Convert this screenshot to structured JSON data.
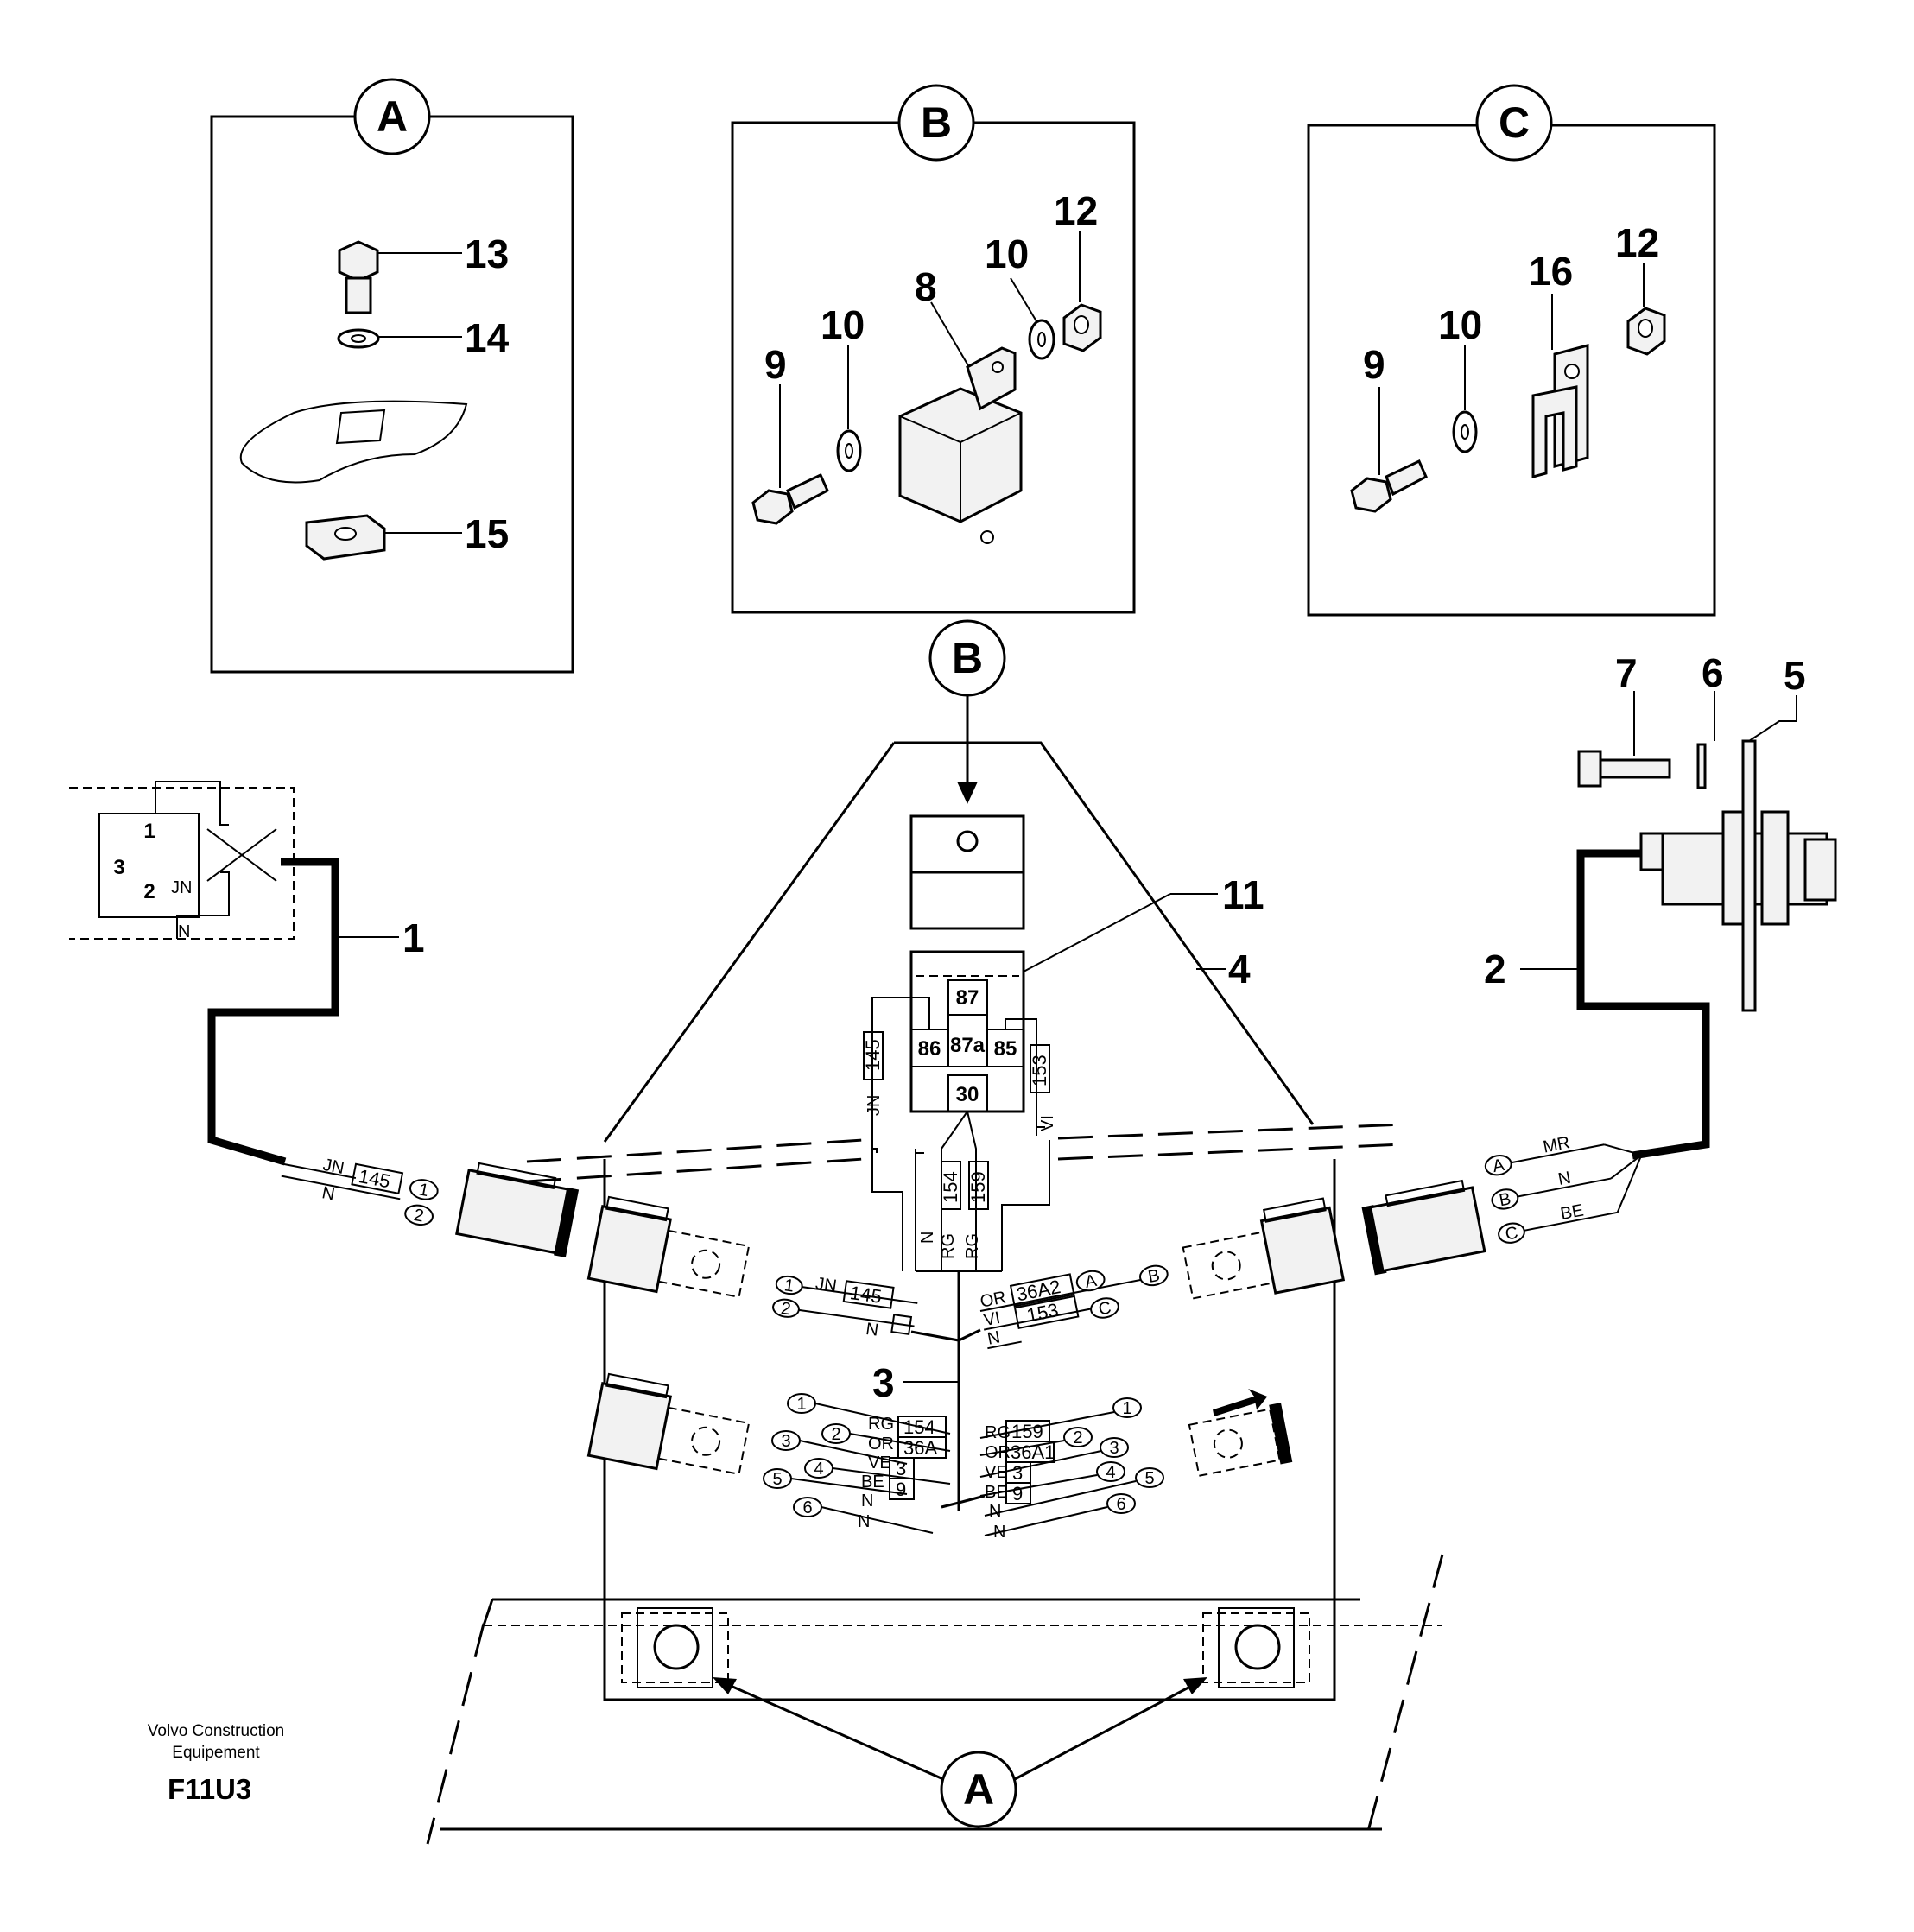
{
  "detail_views": [
    {
      "letter": "A",
      "callouts": [
        "13",
        "14",
        "15"
      ]
    },
    {
      "letter": "B",
      "callouts": [
        "8",
        "9",
        "10",
        "10",
        "12"
      ]
    },
    {
      "letter": "C",
      "callouts": [
        "9",
        "10",
        "16",
        "12"
      ]
    }
  ],
  "view_refs": {
    "relay_pointer": "B",
    "mount_pointer": "A"
  },
  "main_callouts": {
    "c1": "1",
    "c2": "2",
    "c3": "3",
    "c4": "4",
    "c5": "5",
    "c6": "6",
    "c7": "7",
    "c11": "11"
  },
  "relay": {
    "pins": {
      "p87": "87",
      "p87a": "87a",
      "p86": "86",
      "p85": "85",
      "p30": "30"
    },
    "wire_labels": {
      "jn": "JN",
      "vi": "VI",
      "n": "N",
      "rg1": "RG",
      "rg2": "RG"
    },
    "boxes": {
      "b145": "145",
      "b153": "153",
      "b154": "154",
      "b159": "159"
    }
  },
  "left_sensor": {
    "pins": {
      "p1": "1",
      "p2": "2",
      "p3": "3"
    },
    "pin_wires": {
      "jn": "JN",
      "n": "N"
    }
  },
  "left_harness": {
    "wire1": "JN",
    "wire2": "N",
    "box": "145",
    "pins": [
      "1",
      "2"
    ]
  },
  "mid_left_harness": {
    "wire1": "JN",
    "wire2": "N",
    "box": "145",
    "pins": [
      "1",
      "2"
    ]
  },
  "mid_right_harness": {
    "wires": [
      "OR",
      "VI",
      "N"
    ],
    "boxes": [
      "36A2",
      "153"
    ],
    "pins": [
      "A",
      "B",
      "C"
    ]
  },
  "right_harness": {
    "wires": [
      "MR",
      "N",
      "BE"
    ],
    "pins": [
      "A",
      "B",
      "C"
    ]
  },
  "low_left_harness": {
    "wires": [
      "RG",
      "OR",
      "VE",
      "BE",
      "N",
      "N"
    ],
    "boxes": [
      "154",
      "36A",
      "3",
      "9"
    ],
    "pins": [
      "1",
      "2",
      "3",
      "4",
      "5",
      "6"
    ]
  },
  "low_right_harness": {
    "wires": [
      "RG",
      "OR",
      "VE",
      "BE",
      "N",
      "N"
    ],
    "boxes": [
      "159",
      "36A1",
      "3",
      "9"
    ],
    "pins": [
      "1",
      "2",
      "3",
      "4",
      "5",
      "6"
    ]
  },
  "footer": {
    "brand_line1": "Volvo Construction",
    "brand_line2": "Equipement",
    "code": "F11U3"
  }
}
